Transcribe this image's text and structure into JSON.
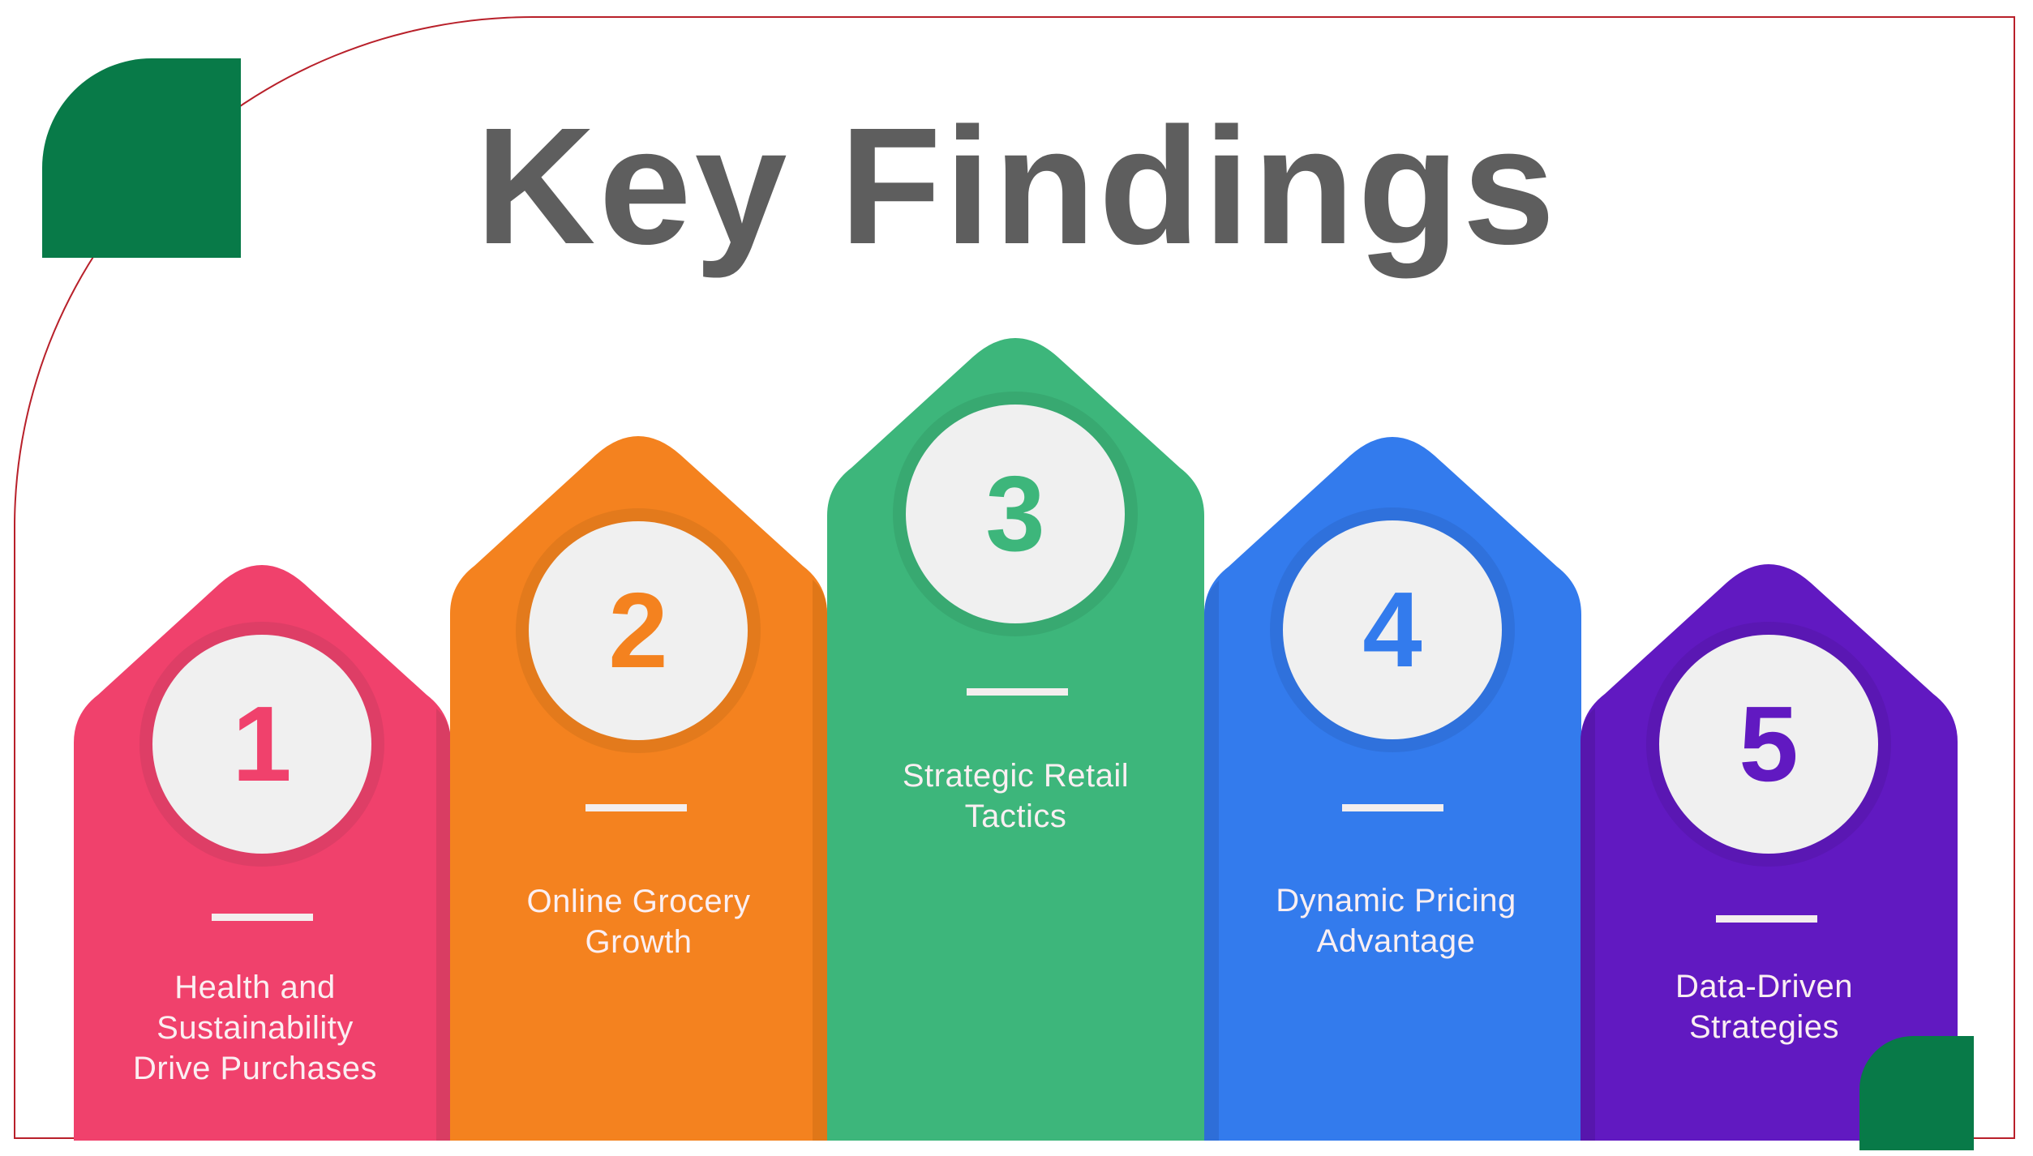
{
  "title": "Key Findings",
  "colors": {
    "frame_border": "#b8202a",
    "corner_accent": "#087a48",
    "title": "#5e5e5e",
    "disc": "#f0f0f0"
  },
  "findings": [
    {
      "number": "1",
      "lines": [
        "Health and",
        "Sustainability",
        "Drive Purchases"
      ],
      "color": "#f0416c",
      "shade": "#d93d63"
    },
    {
      "number": "2",
      "lines": [
        "Online Grocery",
        "Growth"
      ],
      "color": "#f4821f",
      "shade": "#e07718"
    },
    {
      "number": "3",
      "lines": [
        "Strategic Retail",
        "Tactics"
      ],
      "color": "#3db67b",
      "shade": "#37a66f"
    },
    {
      "number": "4",
      "lines": [
        "Dynamic Pricing",
        "Advantage"
      ],
      "color": "#337bed",
      "shade": "#2e6ed8"
    },
    {
      "number": "5",
      "lines": [
        "Data-Driven",
        "Strategies"
      ],
      "color": "#6119c1",
      "shade": "#5716ad"
    }
  ]
}
